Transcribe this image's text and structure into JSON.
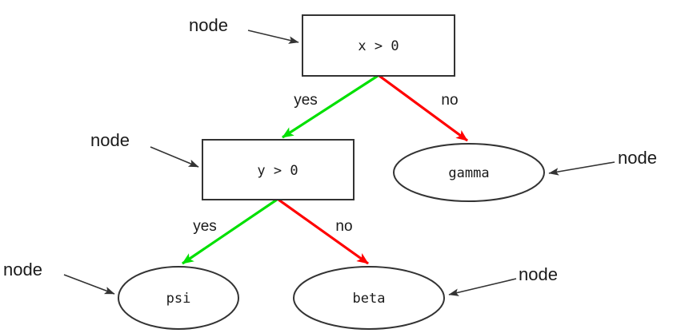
{
  "diagram": {
    "title": "decision-tree",
    "colors": {
      "yes_edge": "#00e000",
      "no_edge": "#ff0000",
      "stroke": "#333333",
      "text": "#1a1a1a",
      "background": "#ffffff"
    },
    "nodes": [
      {
        "id": "root",
        "shape": "box",
        "label": "x > 0"
      },
      {
        "id": "inner",
        "shape": "box",
        "label": "y > 0"
      },
      {
        "id": "gamma",
        "shape": "ellipse",
        "label": "gamma"
      },
      {
        "id": "psi",
        "shape": "ellipse",
        "label": "psi"
      },
      {
        "id": "beta",
        "shape": "ellipse",
        "label": "beta"
      }
    ],
    "edges": [
      {
        "from": "root",
        "to": "inner",
        "label": "yes",
        "color": "#00e000"
      },
      {
        "from": "root",
        "to": "gamma",
        "label": "no",
        "color": "#ff0000"
      },
      {
        "from": "inner",
        "to": "psi",
        "label": "yes",
        "color": "#00e000"
      },
      {
        "from": "inner",
        "to": "beta",
        "label": "no",
        "color": "#ff0000"
      }
    ],
    "annotations": [
      {
        "id": "annot-root",
        "label": "node",
        "target": "root"
      },
      {
        "id": "annot-inner",
        "label": "node",
        "target": "inner"
      },
      {
        "id": "annot-gamma",
        "label": "node",
        "target": "gamma"
      },
      {
        "id": "annot-psi",
        "label": "node",
        "target": "psi"
      },
      {
        "id": "annot-beta",
        "label": "node",
        "target": "beta"
      }
    ]
  }
}
